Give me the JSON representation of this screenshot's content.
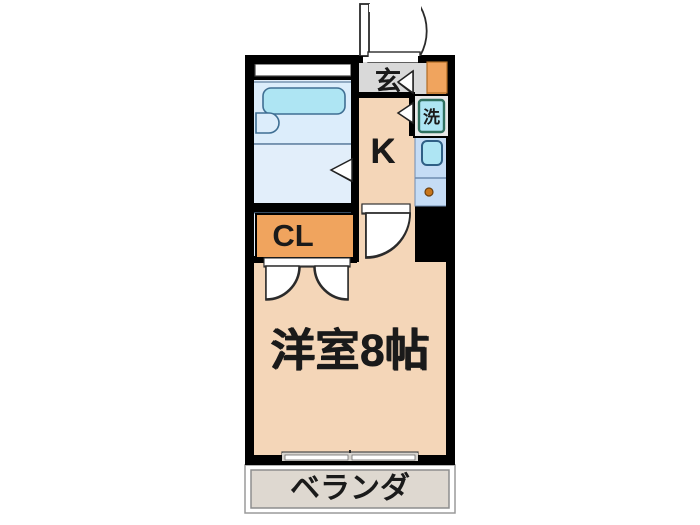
{
  "document": {
    "type": "apartment-floor-plan",
    "title": "1K Apartment Floor Plan",
    "background_color": "#ffffff"
  },
  "palette": {
    "wall": "#000000",
    "room_floor": "#f4d6b8",
    "closet_orange": "#f0a45e",
    "entrance_gray": "#d9d9d9",
    "bath_floor": "#e2eefa",
    "tub_fill": "#aee5f3",
    "sink_blue": "#c5dcf5",
    "veranda_fill": "#ded8d0",
    "outline": "#2b2b2b",
    "door_white": "#ffffff",
    "burner_orange": "#c8751a",
    "wash_label_color": "#2f6f5e"
  },
  "rooms": [
    {
      "id": "main-room",
      "label": "洋室8帖",
      "label_reading": "Western-style room 8 tatami",
      "fill": "#f4d6b8"
    },
    {
      "id": "kitchen",
      "label": "K",
      "label_reading": "Kitchen",
      "fill": "#f4d6b8"
    },
    {
      "id": "entrance",
      "label": "玄",
      "label_reading": "Entrance / Genkan",
      "fill": "#d9d9d9"
    },
    {
      "id": "closet",
      "label": "CL",
      "label_reading": "Closet",
      "fill": "#f0a45e"
    },
    {
      "id": "washer-space",
      "label": "洗",
      "label_reading": "Washing machine space",
      "fill": "#e2eefa"
    },
    {
      "id": "veranda",
      "label": "ベランダ",
      "label_reading": "Veranda / Balcony",
      "fill": "#ded8d0"
    },
    {
      "id": "bathroom",
      "label": "",
      "label_reading": "Bath and toilet unit",
      "fill": "#e2eefa"
    }
  ],
  "fixtures": [
    {
      "id": "bathtub",
      "name": "bathtub"
    },
    {
      "id": "toilet",
      "name": "toilet"
    },
    {
      "id": "kitchen-sink",
      "name": "kitchen-sink"
    },
    {
      "id": "stove-burner",
      "name": "stove-burner"
    },
    {
      "id": "shoe-box",
      "name": "shoe-box"
    },
    {
      "id": "bath-window",
      "name": "bathroom-window"
    },
    {
      "id": "balcony-sliding-door",
      "name": "balcony-sliding-door"
    }
  ],
  "doors": [
    {
      "id": "entry-door",
      "name": "entrance-front-door",
      "type": "hinged"
    },
    {
      "id": "bath-door",
      "name": "bathroom-door",
      "type": "folding"
    },
    {
      "id": "kitchen-room-door",
      "name": "kitchen-to-room-door",
      "type": "hinged"
    },
    {
      "id": "closet-doors",
      "name": "closet-double-doors",
      "type": "double-hinged"
    },
    {
      "id": "washer-door",
      "name": "washer-area-door",
      "type": "folding"
    }
  ],
  "labels": {
    "main_room": "洋室8帖",
    "kitchen": "K",
    "entrance": "玄",
    "closet": "CL",
    "washer": "洗",
    "veranda": "ベランダ"
  }
}
